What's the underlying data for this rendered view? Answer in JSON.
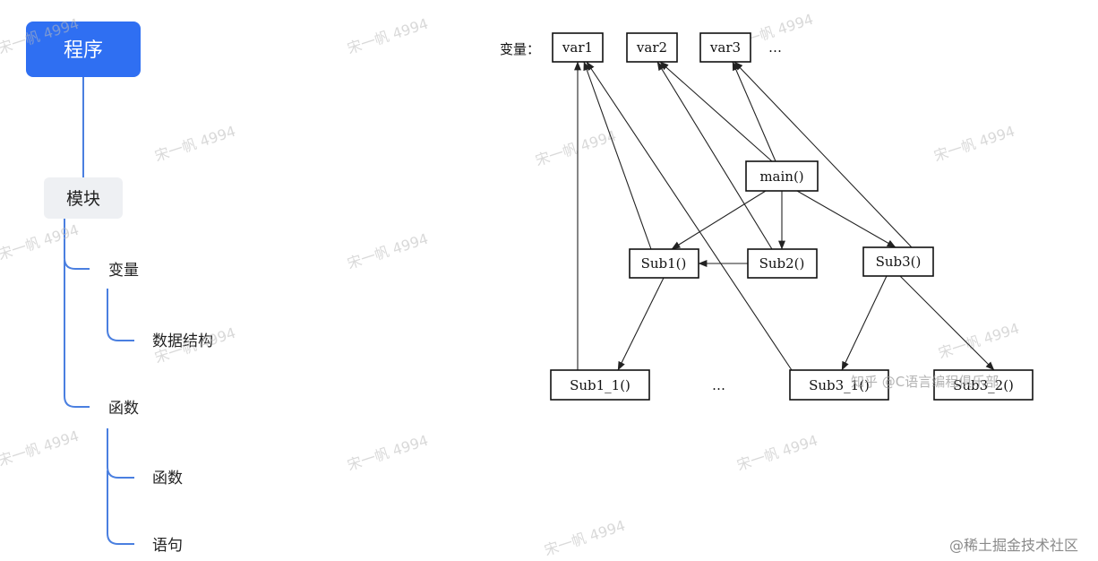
{
  "mindmap": {
    "root": "程序",
    "module": "模块",
    "variable": "变量",
    "data_structure": "数据结构",
    "function_group": "函数",
    "function_item": "函数",
    "statement": "语句",
    "colors": {
      "root_fill": "#2f6ff2",
      "module_fill": "#eef0f3",
      "line": "#4a7fe0"
    }
  },
  "call_graph": {
    "variables_label": "变量：",
    "variables": [
      "var1",
      "var2",
      "var3"
    ],
    "variables_more": "…",
    "functions": {
      "main": "main()",
      "sub1": "Sub1()",
      "sub2": "Sub2()",
      "sub3": "Sub3()",
      "sub1_1": "Sub1_1()",
      "sub3_1": "Sub3_1()",
      "sub3_2": "Sub3_2()"
    },
    "ellipsis": "…",
    "calls": [
      {
        "from": "main",
        "to": "sub1"
      },
      {
        "from": "main",
        "to": "sub2"
      },
      {
        "from": "main",
        "to": "sub3"
      },
      {
        "from": "main",
        "to": "var2"
      },
      {
        "from": "main",
        "to": "var3"
      },
      {
        "from": "sub2",
        "to": "sub1"
      },
      {
        "from": "sub2",
        "to": "var2"
      },
      {
        "from": "sub1",
        "to": "var1"
      },
      {
        "from": "sub1",
        "to": "sub1_1"
      },
      {
        "from": "sub1_1",
        "to": "var1"
      },
      {
        "from": "sub3",
        "to": "var3"
      },
      {
        "from": "sub3",
        "to": "sub3_1"
      },
      {
        "from": "sub3",
        "to": "sub3_2"
      },
      {
        "from": "sub3_1",
        "to": "var1"
      }
    ]
  },
  "watermarks": {
    "author": "宋一帆 4994",
    "zhihu": "知乎 @C语言编程俱乐部",
    "site": "@稀土掘金技术社区"
  }
}
